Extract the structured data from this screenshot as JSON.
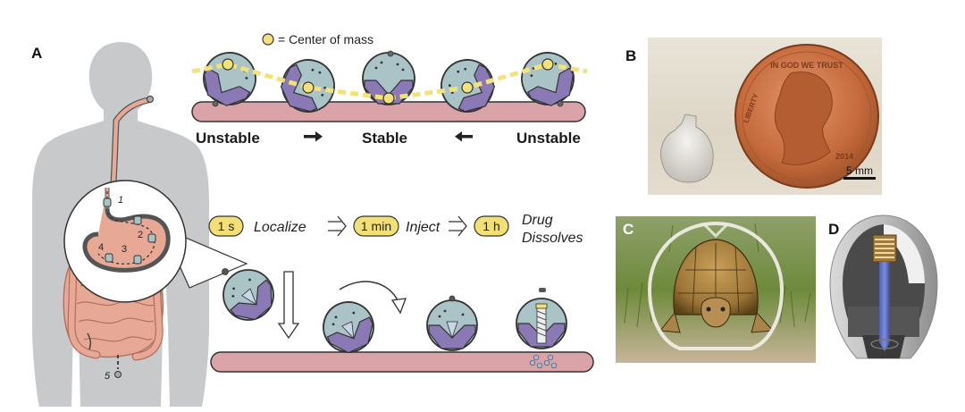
{
  "panels": {
    "a": "A",
    "b": "B",
    "c": "C",
    "d": "D"
  },
  "legend": {
    "center_of_mass": "= Center of mass"
  },
  "stability": {
    "left": "Unstable",
    "middle": "Stable",
    "right": "Unstable"
  },
  "stomach_numbers": [
    "1",
    "2",
    "3",
    "4",
    "5"
  ],
  "steps": [
    {
      "time": "1 s",
      "label": "Localize"
    },
    {
      "time": "1 min",
      "label": "Inject"
    },
    {
      "time": "1 h",
      "label": "Drug",
      "label2": "Dissolves"
    }
  ],
  "photo_b": {
    "scale_label": "5 mm",
    "coin_text_top": "IN GOD WE TRUST",
    "coin_text_left": "LIBERTY",
    "coin_year": "2014"
  },
  "colors": {
    "body": "#c8c9cb",
    "gut": "#e7a996",
    "capsule_fill": "#a9c3c6",
    "capsule_purple": "#8a79b5",
    "tissue": "#d9a3a8",
    "com_yellow": "#f3e27a",
    "pill_yellow": "#f2df75"
  }
}
